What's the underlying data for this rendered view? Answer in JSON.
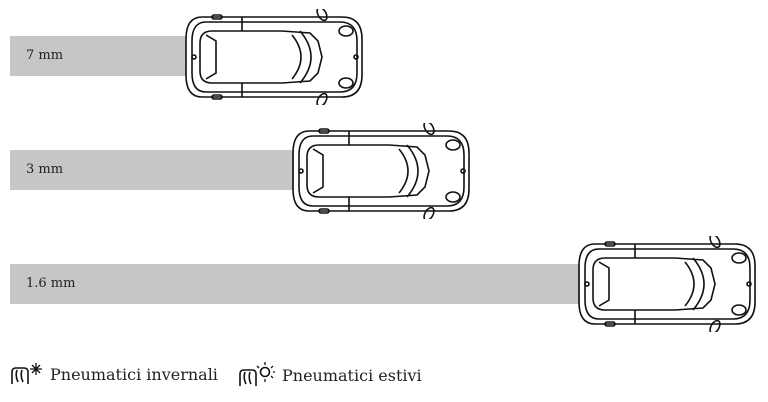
{
  "rows": [
    {
      "label": "7 mm"
    },
    {
      "label": "3 mm"
    },
    {
      "label": "1.6 mm"
    }
  ],
  "legend": {
    "winter": {
      "label": "Pneumatici invernali",
      "icon": "winter-tire-snowflake-icon"
    },
    "summer": {
      "label": "Pneumatici estivi",
      "icon": "summer-tire-sun-icon"
    }
  }
}
